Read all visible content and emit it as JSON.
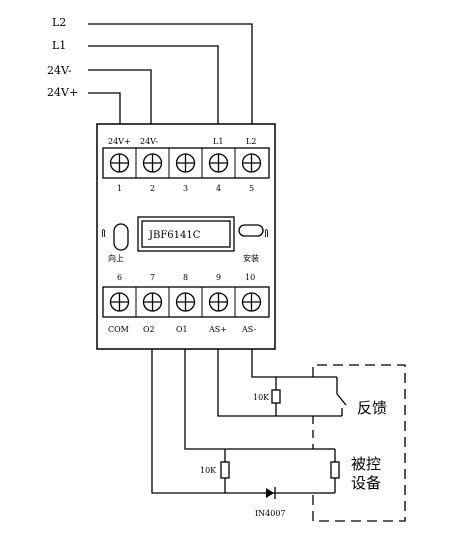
{
  "supply_lines": {
    "l2": "L2",
    "l1": "L1",
    "v24_minus": "24V-",
    "v24_plus": "24V+"
  },
  "module": {
    "model": "JBF6141C",
    "top_terminal_labels": [
      "24V+",
      "24V-",
      "",
      "L1",
      "L2"
    ],
    "top_terminal_numbers": [
      "1",
      "2",
      "3",
      "4",
      "5"
    ],
    "bottom_terminal_numbers": [
      "6",
      "7",
      "8",
      "9",
      "10"
    ],
    "bottom_terminal_labels": [
      "COM",
      "O2",
      "O1",
      "AS+",
      "AS-"
    ],
    "left_label": "向上",
    "right_label": "安装",
    "up_arrow": "⇑"
  },
  "external": {
    "resistor_feedback": "10K",
    "resistor_output": "10K",
    "diode": "IN4007",
    "feedback": "反馈",
    "device_line1": "被控",
    "device_line2": "设备"
  }
}
